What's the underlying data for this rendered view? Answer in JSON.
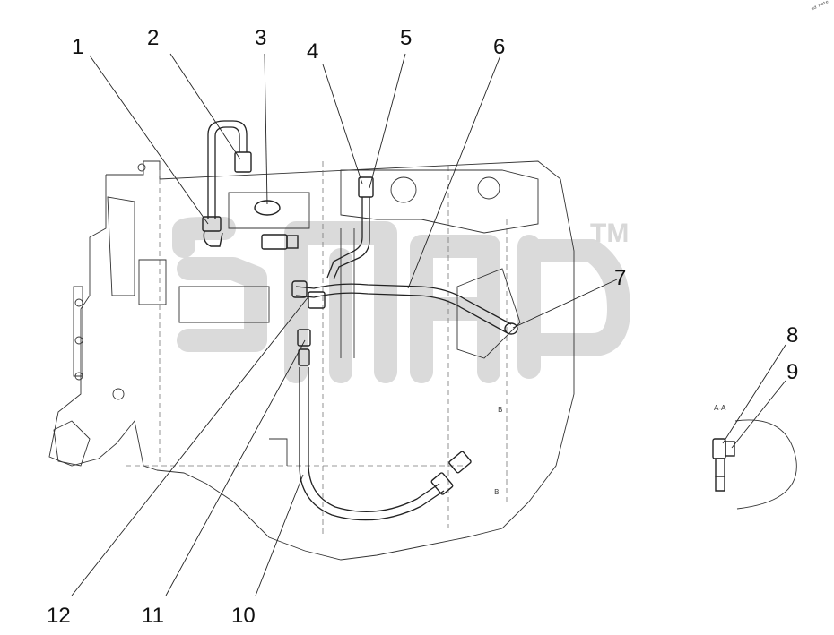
{
  "diagram": {
    "watermark_trademark": "TM",
    "corner_mark": "ᵃᵈ ⁿᵒᵗᵉ",
    "detail_label_top": "A-A",
    "section_marks": [
      "B",
      "B"
    ],
    "callouts": [
      "1",
      "2",
      "3",
      "4",
      "5",
      "6",
      "7",
      "8",
      "9",
      "10",
      "11",
      "12"
    ]
  }
}
